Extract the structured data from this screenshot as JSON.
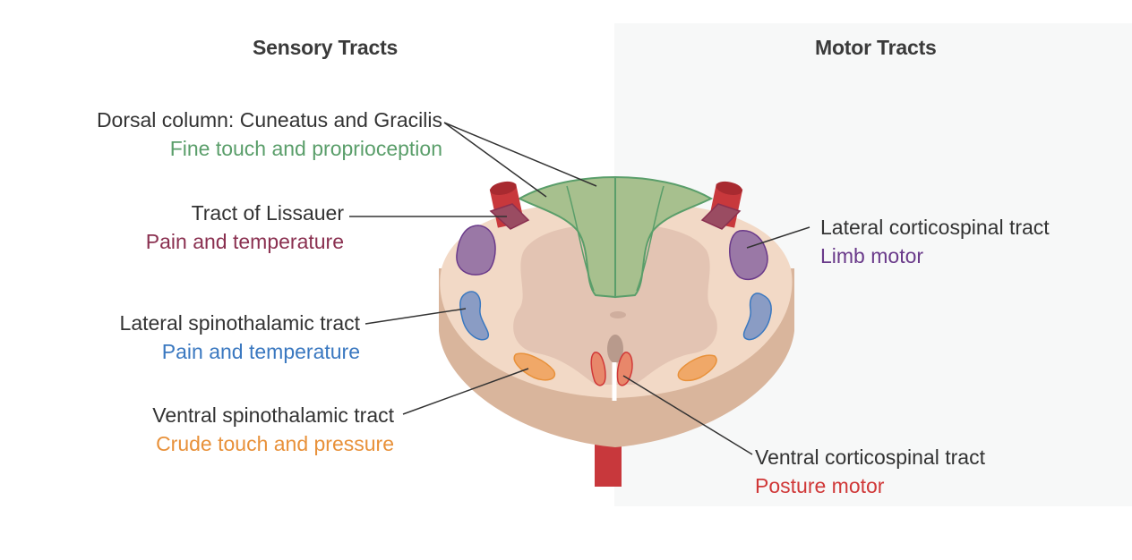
{
  "headings": {
    "sensory": "Sensory Tracts",
    "motor": "Motor Tracts"
  },
  "labels": {
    "dorsal_column": {
      "name": "Dorsal column: Cuneatus and Gracilis",
      "function": "Fine touch and proprioception"
    },
    "lissauer": {
      "name": "Tract of Lissauer",
      "function": "Pain and temperature"
    },
    "lateral_spinothalamic": {
      "name": "Lateral spinothalamic tract",
      "function": "Pain and temperature"
    },
    "ventral_spinothalamic": {
      "name": "Ventral spinothalamic tract",
      "function": "Crude touch and pressure"
    },
    "lateral_corticospinal": {
      "name": "Lateral corticospinal tract",
      "function": "Limb motor"
    },
    "ventral_corticospinal": {
      "name": "Ventral corticospinal tract",
      "function": "Posture motor"
    }
  },
  "colors": {
    "dorsal_column": "#5a9e6a",
    "lissauer": "#8a3050",
    "lateral_spinothalamic": "#3a78c0",
    "ventral_spinothalamic": "#e8913a",
    "lateral_corticospinal": "#6a3a8a",
    "ventral_corticospinal": "#d03838",
    "text": "#333333",
    "white_matter": "#f2d9c6",
    "grey_matter": "#e3c4b3",
    "cord_side": "#d9b59c",
    "artery": "#c8383c"
  }
}
